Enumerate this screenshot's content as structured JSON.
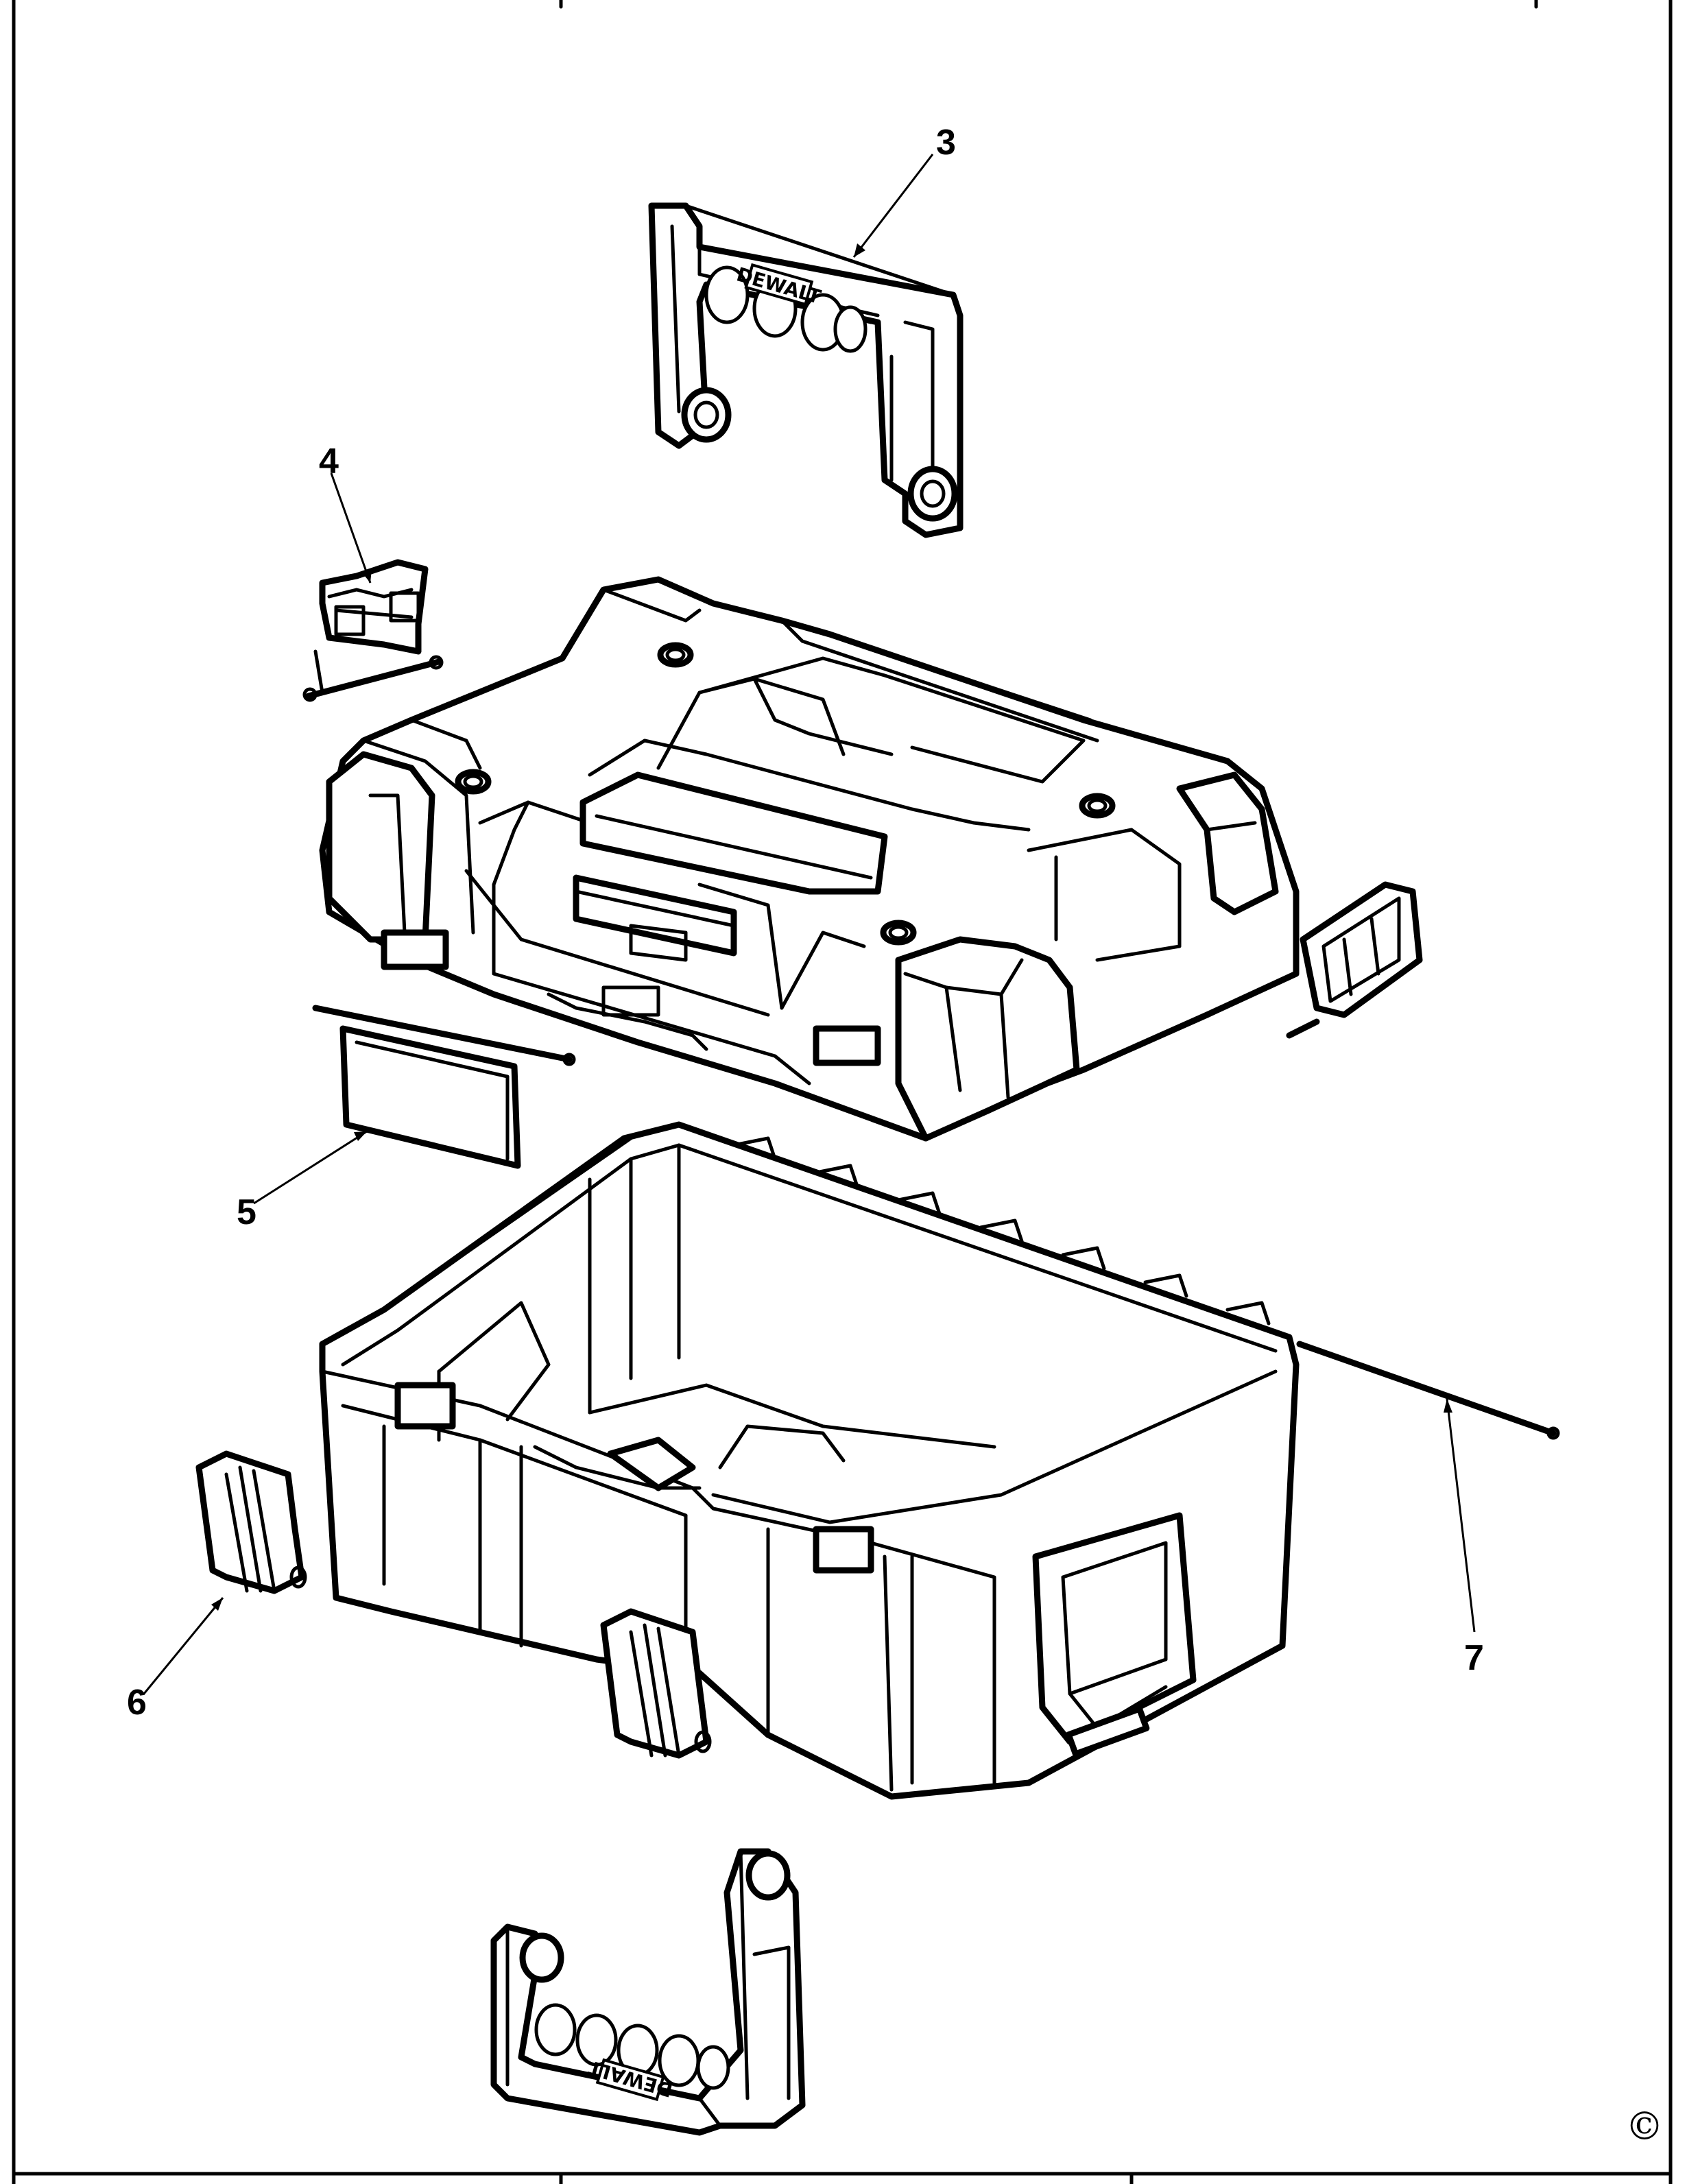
{
  "diagram": {
    "callouts": [
      {
        "id": "3",
        "label": "3"
      },
      {
        "id": "4",
        "label": "4"
      },
      {
        "id": "5",
        "label": "5"
      },
      {
        "id": "6",
        "label": "6"
      },
      {
        "id": "7",
        "label": "7"
      }
    ],
    "brand_marks": {
      "top_handle": "DEWALT",
      "bottom_handle": "DEWALT"
    },
    "copyright_symbol": "©"
  }
}
